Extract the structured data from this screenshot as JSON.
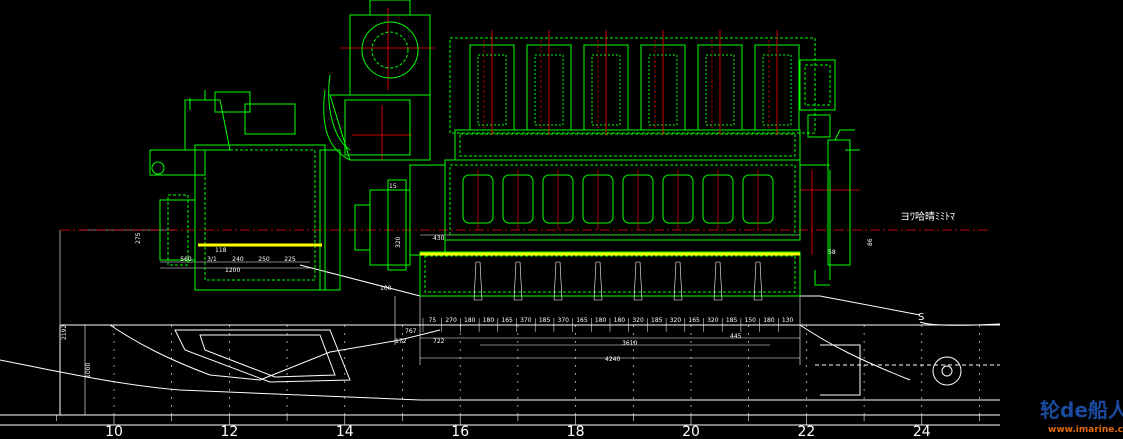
{
  "drawing": {
    "axis_labels": [
      "10",
      "12",
      "14",
      "16",
      "18",
      "20",
      "22",
      "24"
    ],
    "side_label": "ヨﾜ哈晴ﾐﾐﾄﾏ",
    "mark_s": "S",
    "dims_top": [
      "75",
      "270",
      "180",
      "180",
      "165",
      "370",
      "185",
      "370",
      "165",
      "180",
      "180",
      "320",
      "185",
      "320",
      "165",
      "320",
      "185",
      "150",
      "180",
      "130"
    ],
    "dims_left_under": [
      "560",
      "3/1",
      "240",
      "250",
      "225"
    ],
    "dim_1200": "1200",
    "dim_118": "118",
    "dim_430": "430",
    "dim_767": "767",
    "dim_172": "172",
    "dim_722": "722",
    "dim_3610": "3610",
    "dim_445": "445",
    "dim_4240": "4240",
    "dim_2192": "2192",
    "dim_1000": "1000",
    "dim_100": "100",
    "dim_275": "275",
    "dim_320": "320",
    "dim_15": "15",
    "dim_86": "86",
    "dim_58": "58"
  },
  "watermark": {
    "logo": "轮de船人",
    "url": "www.imarine.cn"
  },
  "colors": {
    "background": "#000000",
    "machinery": "#00ff00",
    "centerlines": "#ff0000",
    "hull": "#ffffff",
    "highlight": "#ffff00"
  }
}
